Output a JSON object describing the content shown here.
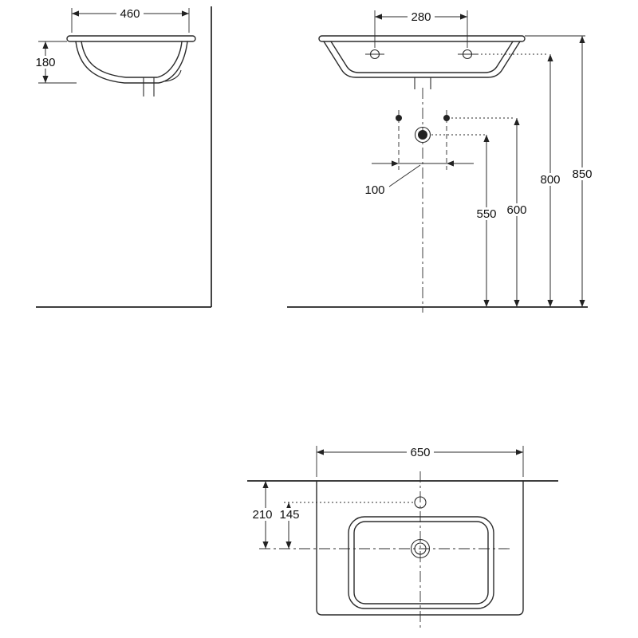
{
  "dimensions": {
    "side_view": {
      "width": "460",
      "depth": "180"
    },
    "front_view": {
      "tap_hole_spacing": "280",
      "fixing_hole_spacing": "100",
      "drain_height": "550",
      "fixing_height": "600",
      "tap_hole_height": "800",
      "rim_height": "850"
    },
    "plan_view": {
      "width": "650",
      "back_edge_to_drain": "210",
      "tap_hole_to_drain": "145"
    }
  }
}
